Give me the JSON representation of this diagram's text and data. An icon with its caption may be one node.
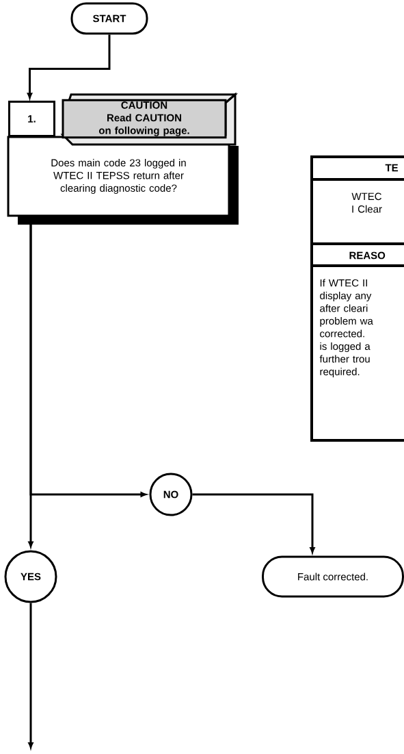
{
  "diagram": {
    "nodes": [
      {
        "text": [
          "START"
        ]
      },
      {
        "text": [
          "1.",
          "Does main code 23 logged in WTEC II TEPSS return after clearing diagnostic code?"
        ]
      },
      {
        "text": [
          "CAUTION",
          "Read CAUTION on following page."
        ]
      },
      {
        "text": [
          "TE",
          "WTEC I Clear",
          "REASO",
          "If WTEC II display any after cleari problem wa corrected. is logged a further trou required."
        ]
      },
      {
        "text": [
          "NO"
        ]
      },
      {
        "text": [
          "YES"
        ]
      },
      {
        "text": [
          "Fault corrected."
        ]
      }
    ],
    "edges": [
      {
        "from": 0,
        "to": 1,
        "arrow": "to"
      },
      {
        "from": 1,
        "to": 4,
        "arrow": "to"
      },
      {
        "from": 1,
        "to": 5,
        "arrow": "to"
      },
      {
        "from": 4,
        "to": 6,
        "arrow": "to"
      },
      {
        "from": 5,
        "to": null,
        "arrow": "to"
      }
    ]
  }
}
